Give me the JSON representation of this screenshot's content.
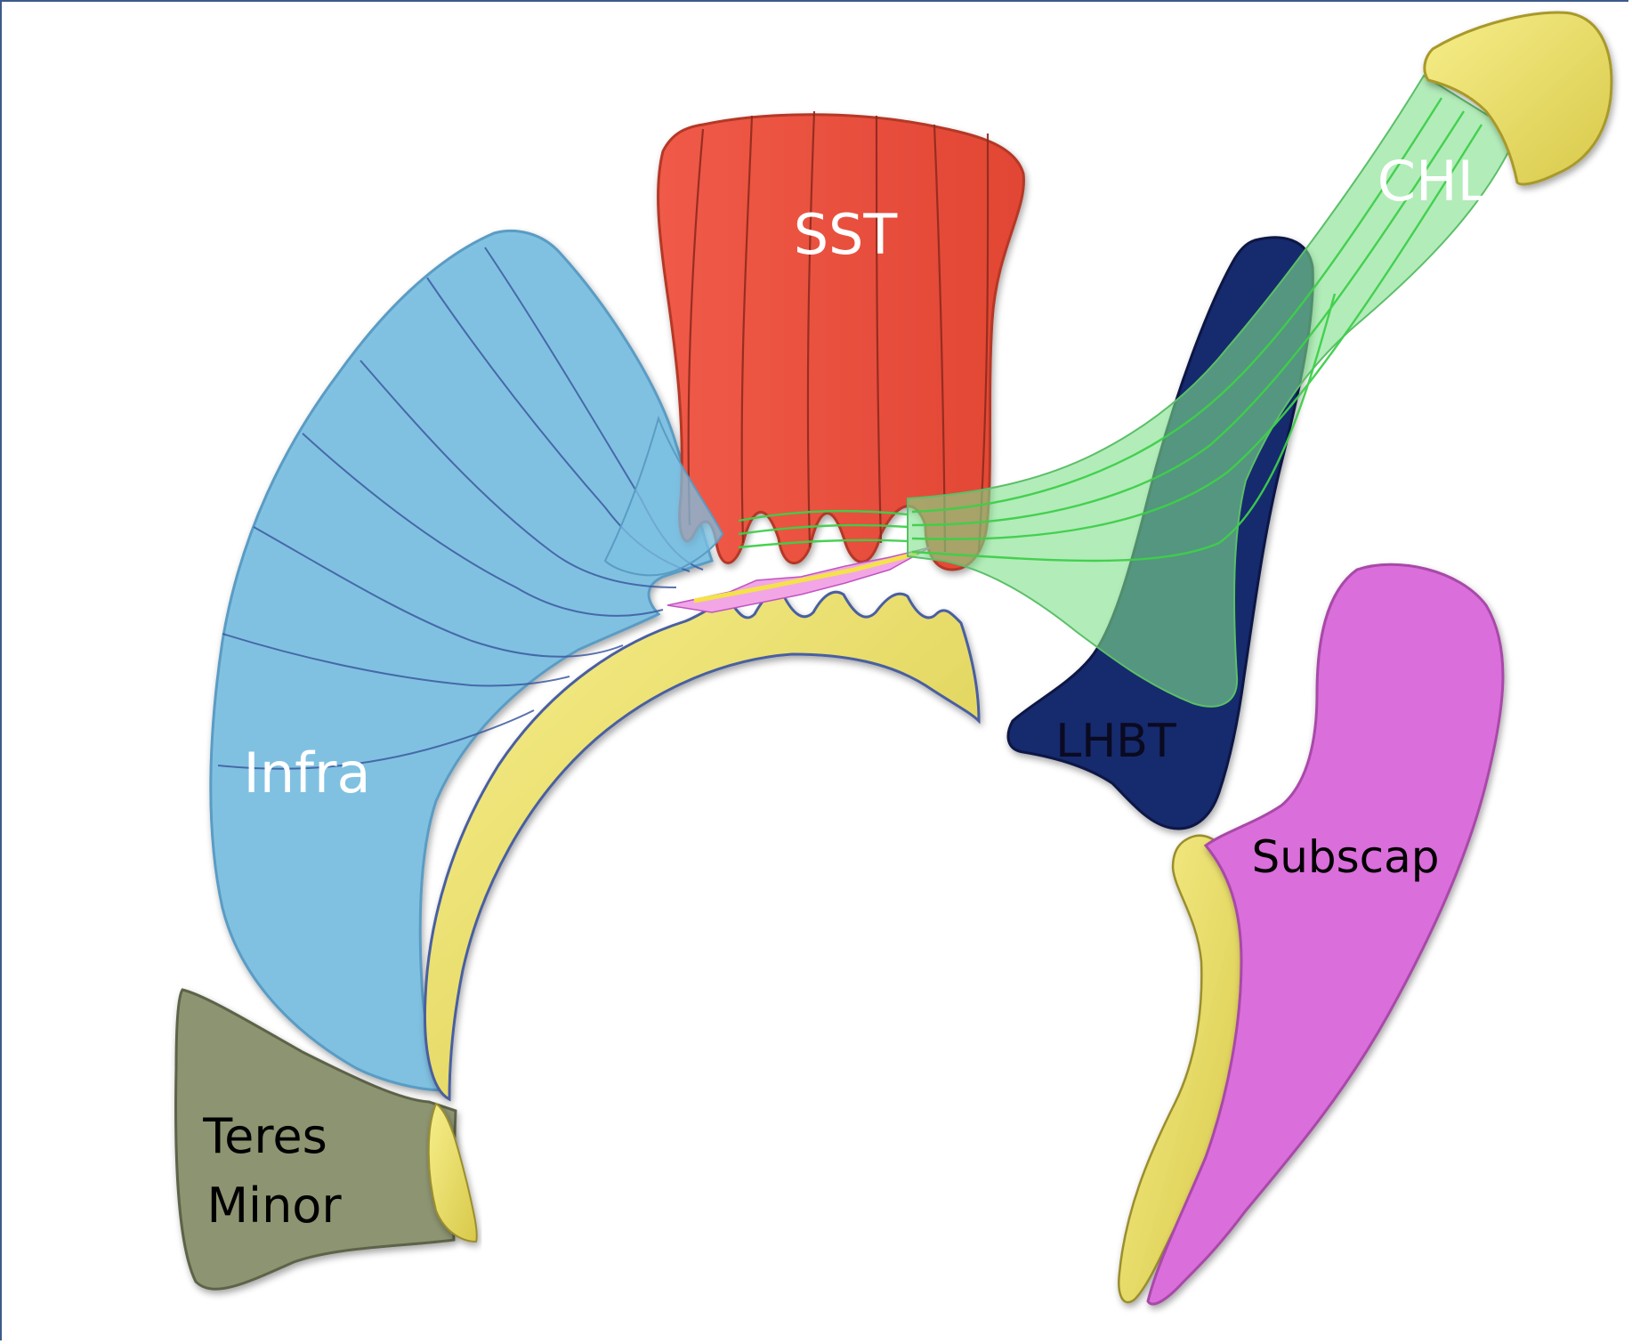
{
  "labels": {
    "sst": "SST",
    "chl": "CHL",
    "infra": "Infra",
    "lhbt": "LHBT",
    "subscap": "Subscap",
    "teres_line1": "Teres",
    "teres_line2": "Minor"
  },
  "colors": {
    "sst": "#e8503f",
    "infra": "#7cc0e2",
    "chl": "#7ee08a",
    "lhbt": "#142a6e",
    "subscap": "#da6edb",
    "teres": "#8d9471",
    "bone": "#eadf6a",
    "frame": "#3d5a8a"
  }
}
